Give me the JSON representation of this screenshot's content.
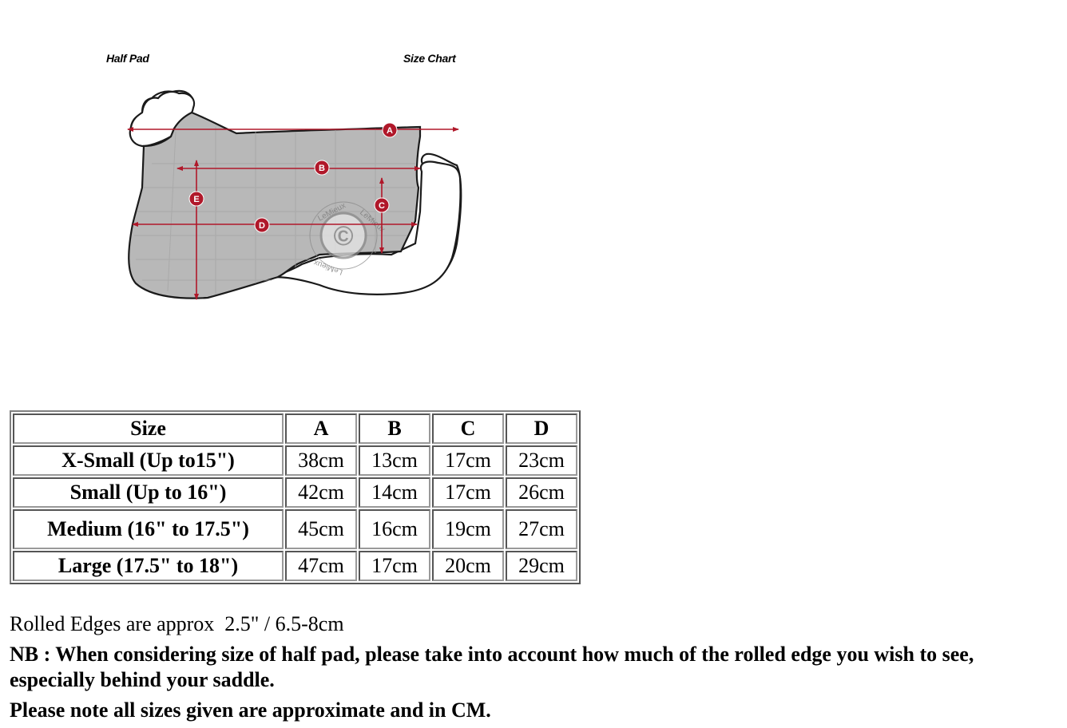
{
  "diagram": {
    "title_left": "Half Pad",
    "title_right": "Size Chart",
    "markers": [
      "A",
      "B",
      "C",
      "D",
      "E"
    ],
    "watermark": "LeMieux",
    "colors": {
      "marker_red": "#b0182a",
      "pad_gray": "#b8b8b8",
      "outline": "#1a1a1a"
    }
  },
  "size_table": {
    "headers": [
      "Size",
      "A",
      "B",
      "C",
      "D"
    ],
    "rows": [
      {
        "size": "X-Small (Up to15\")",
        "a": "38cm",
        "b": "13cm",
        "c": "17cm",
        "d": "23cm"
      },
      {
        "size": "Small (Up to 16\")",
        "a": "42cm",
        "b": "14cm",
        "c": "17cm",
        "d": "26cm"
      },
      {
        "size": "Medium (16\" to 17.5\")",
        "a": "45cm",
        "b": "16cm",
        "c": "19cm",
        "d": "27cm"
      },
      {
        "size": "Large (17.5\" to 18\")",
        "a": "47cm",
        "b": "17cm",
        "c": "20cm",
        "d": "29cm"
      }
    ]
  },
  "notes": {
    "rolled_edges": "Rolled Edges are approx  2.5\" / 6.5-8cm",
    "nb": "NB : When considering size of half pad, please take into account how much of the rolled edge you wish to see, especially behind your saddle.",
    "approx": "Please note all sizes given are approximate and in CM."
  }
}
